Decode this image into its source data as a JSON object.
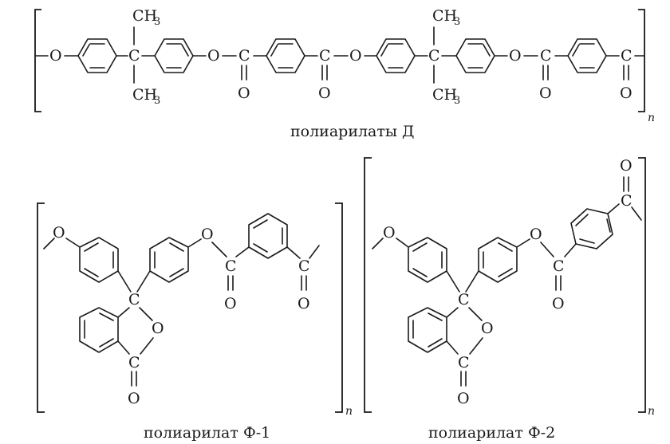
{
  "captions": {
    "top": "полиарилаты Д",
    "left": "полиарилат Ф-1",
    "right": "полиарилат Ф-2"
  },
  "repeat_index": "n",
  "atoms": {
    "carbon": "C",
    "oxygen": "O",
    "methyl_base": "CH",
    "methyl_sub": "3"
  },
  "colors": {
    "ink": "#1a1a1a",
    "background": "#ffffff"
  }
}
